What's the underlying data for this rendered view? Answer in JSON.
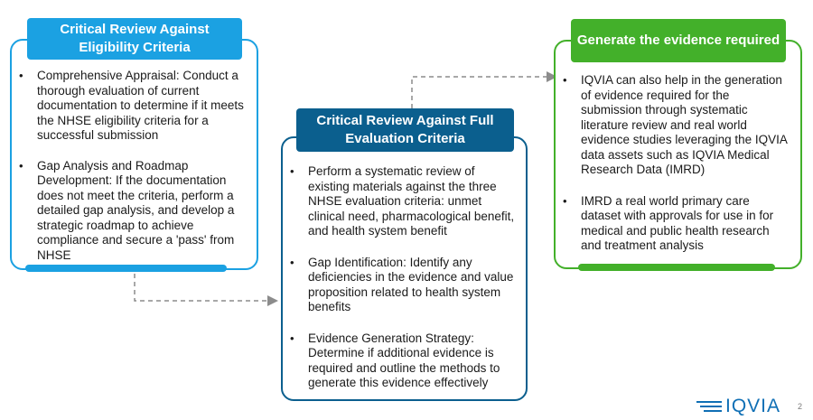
{
  "boxes": {
    "left": {
      "title": "Critical Review Against Eligibility Criteria",
      "bullets": [
        "Comprehensive Appraisal: Conduct a thorough evaluation of current documentation to determine if it meets the NHSE eligibility criteria for a successful submission",
        "Gap Analysis and Roadmap Development: If the documentation does not meet the criteria, perform a detailed gap analysis, and develop a strategic roadmap to achieve compliance and secure a 'pass' from NHSE"
      ],
      "color": "#1ba1e2"
    },
    "middle": {
      "title": "Critical Review Against Full Evaluation Criteria",
      "bullets": [
        "Perform a systematic review of existing materials against the three NHSE evaluation criteria: unmet clinical need, pharmacological benefit, and health system benefit",
        "Gap Identification: Identify any deficiencies in the evidence and value proposition related to health system benefits",
        "Evidence Generation Strategy: Determine if additional evidence is required and outline the methods to generate this evidence effectively"
      ],
      "color": "#0b5f8e"
    },
    "right": {
      "title": "Generate the evidence required",
      "bullets": [
        "IQVIA can also help in the generation of evidence required for the submission through systematic literature review and real world evidence studies leveraging the IQVIA data assets such as IQVIA Medical Research Data (IMRD)",
        "IMRD a real world primary care dataset with approvals for use in for medical and public health research and treatment analysis"
      ],
      "color": "#43b02a"
    }
  },
  "footer": {
    "logo_text": "IQVIA",
    "page_number": "2",
    "logo_color": "#0f6fb5"
  }
}
